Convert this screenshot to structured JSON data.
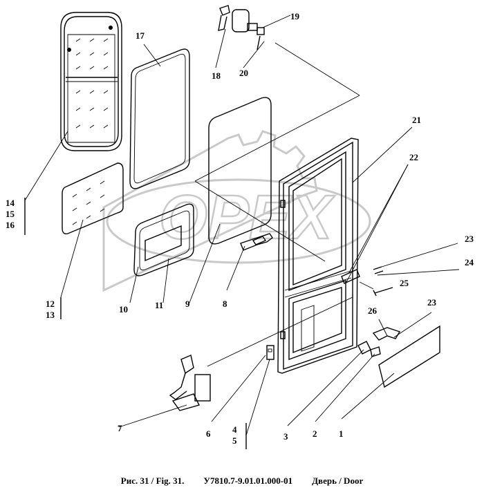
{
  "watermark": "OPEX",
  "callouts": [
    {
      "id": "c1",
      "text": "1"
    },
    {
      "id": "c2",
      "text": "2"
    },
    {
      "id": "c3",
      "text": "3"
    },
    {
      "id": "c45",
      "text": "4\n5"
    },
    {
      "id": "c6",
      "text": "6"
    },
    {
      "id": "c7",
      "text": "7"
    },
    {
      "id": "c8",
      "text": "8"
    },
    {
      "id": "c9",
      "text": "9"
    },
    {
      "id": "c10",
      "text": "10"
    },
    {
      "id": "c11",
      "text": "11"
    },
    {
      "id": "c1213",
      "text": "12\n13"
    },
    {
      "id": "c141516",
      "text": "14\n15\n16"
    },
    {
      "id": "c17",
      "text": "17"
    },
    {
      "id": "c18",
      "text": "18"
    },
    {
      "id": "c19",
      "text": "19"
    },
    {
      "id": "c20",
      "text": "20"
    },
    {
      "id": "c21",
      "text": "21"
    },
    {
      "id": "c22",
      "text": "22"
    },
    {
      "id": "c23a",
      "text": "23"
    },
    {
      "id": "c24",
      "text": "24"
    },
    {
      "id": "c25",
      "text": "25"
    },
    {
      "id": "c26",
      "text": "26"
    },
    {
      "id": "c23b",
      "text": "23"
    }
  ],
  "caption": {
    "fig": "Рис. 31 / Fig. 31.",
    "code": "У7810.7-9.01.01.000-01",
    "title": "Дверь / Door"
  }
}
